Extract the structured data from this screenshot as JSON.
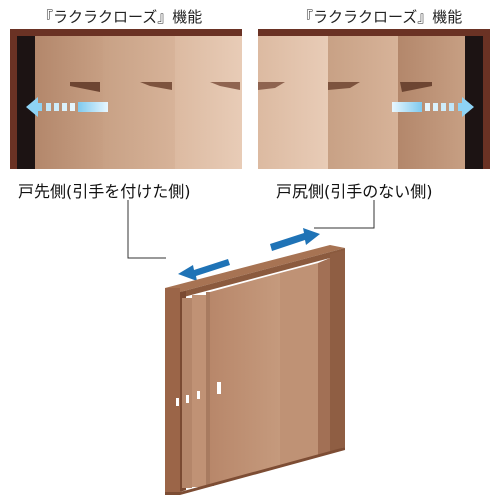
{
  "panels": {
    "left_caption": "『ラクラクローズ』機能",
    "right_caption": "『ラクラクローズ』機能"
  },
  "labels": {
    "front_side": "戸先側(引手を付けた側)",
    "back_side": "戸尻側(引手のない側)"
  },
  "colors": {
    "frame": "#6b3426",
    "door_dark": "#b08a70",
    "door_mid": "#c8a48a",
    "door_light": "#e2c3ad",
    "arrow_blue": "#1f74b8",
    "arrow_light": "#8fd0f0",
    "jamb_black": "#1b1212"
  },
  "icons": {
    "left_arrow": "left-arrow-icon",
    "right_arrow": "right-arrow-icon"
  }
}
